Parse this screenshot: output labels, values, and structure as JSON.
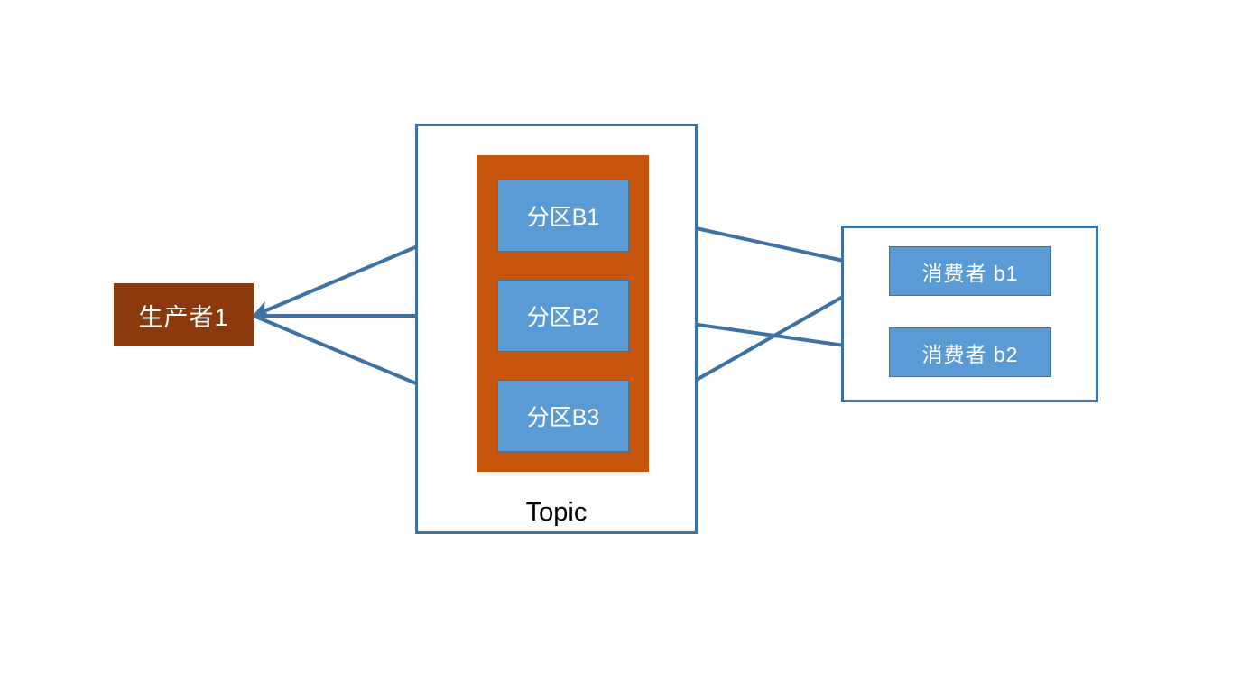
{
  "diagram": {
    "title": "Kafka topic partition producer consumer diagram",
    "colors": {
      "producer_fill": "#8B3A0D",
      "partition_container_fill": "#C5560B",
      "box_fill": "#5B9BD5",
      "box_stroke": "#41719C",
      "frame_stroke": "#3D72A4",
      "arrow_stroke": "#3D72A4",
      "background": "#FFFFFF",
      "label_text": "#FFFFFF",
      "topic_text": "#000000"
    }
  },
  "producer": {
    "label": "生产者1"
  },
  "topic": {
    "label": "Topic",
    "partitions": [
      {
        "label": "分区B1"
      },
      {
        "label": "分区B2"
      },
      {
        "label": "分区B3"
      }
    ]
  },
  "consumer_group": {
    "consumers": [
      {
        "label": "消费者 b1"
      },
      {
        "label": "消费者 b2"
      }
    ]
  },
  "connections": [
    {
      "from": "producer",
      "to": "分区B1",
      "direction": "bidirectional"
    },
    {
      "from": "producer",
      "to": "分区B2",
      "direction": "bidirectional"
    },
    {
      "from": "producer",
      "to": "分区B3",
      "direction": "bidirectional"
    },
    {
      "from": "消费者 b1",
      "to": "分区B1",
      "direction": "to-partition"
    },
    {
      "from": "消费者 b1",
      "to": "分区B3",
      "direction": "to-partition"
    },
    {
      "from": "消费者 b2",
      "to": "分区B2",
      "direction": "to-partition"
    }
  ]
}
